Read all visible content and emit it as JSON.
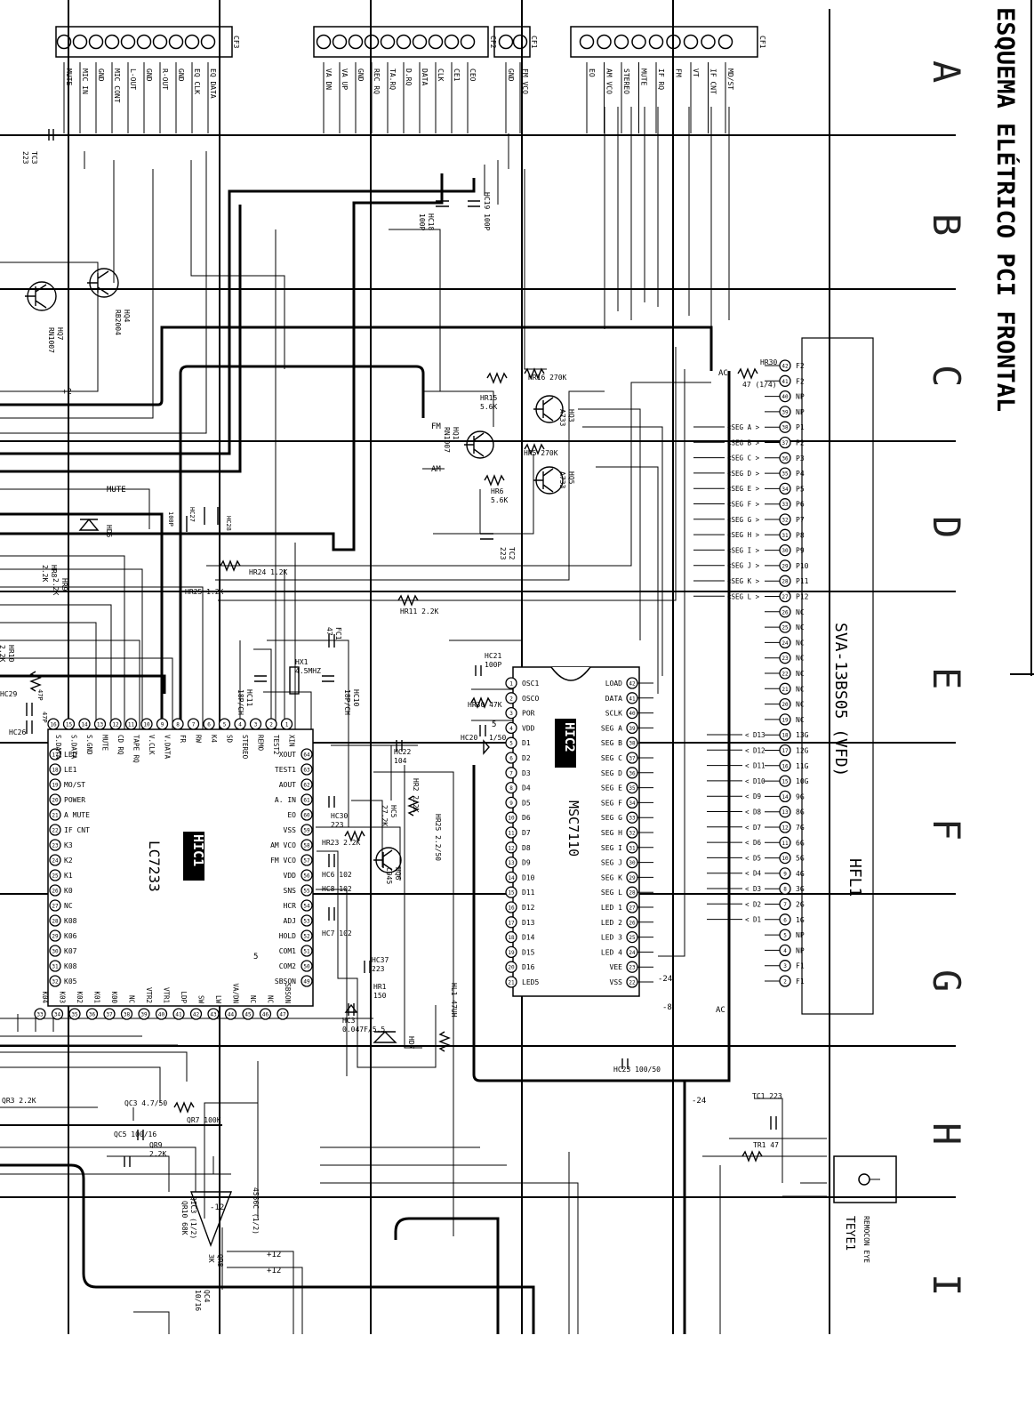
{
  "title": "ESQUEMA ELÉTRICO PCI FRONTAL",
  "zones": [
    "A",
    "B",
    "C",
    "D",
    "E",
    "F",
    "G",
    "H",
    "I"
  ],
  "connectors": {
    "cf3": {
      "ref": "CF3",
      "pins": [
        "MUTE",
        "MIC IN",
        "GND",
        "MIC CONT",
        "L-OUT",
        "GND",
        "R-OUT",
        "GND",
        "EQ CLK",
        "EQ DATA"
      ]
    },
    "cf2": {
      "ref": "CF2",
      "pins": [
        "VA DN",
        "VA UP",
        "GND",
        "REC RQ",
        "TA.RQ",
        "D.RQ",
        "DATA",
        "CLK",
        "CE1",
        "CEO"
      ]
    },
    "cf1_small": {
      "ref": "CF1",
      "pins": [
        "GND",
        "FM VCO"
      ]
    },
    "cf1": {
      "ref": "CF1",
      "pins": [
        "EO",
        "AM VCO",
        "STEREO",
        "MUTE",
        "IF RQ",
        "FM",
        "VT",
        "IF CNT",
        "MD/ST"
      ]
    }
  },
  "ics": {
    "hic1": {
      "ref": "HIC1",
      "part": "LC7233"
    },
    "hic2": {
      "ref": "HIC2",
      "part": "MSC7110"
    },
    "vfd": {
      "ref": "HFL1",
      "part": "SVA-13BS05 (VFD)"
    },
    "eye": {
      "ref": "TEYE1",
      "part": "REMOCON EYE"
    }
  },
  "hic1_pins": {
    "left": [
      "LED",
      "LE1",
      "MO/ST",
      "POWER",
      "A MUTE",
      "IF CNT",
      "K3",
      "K2",
      "K1",
      "K0",
      "NC",
      "K08",
      "K06",
      "K07",
      "K08",
      "K05"
    ],
    "bottom": [
      "K04",
      "K03",
      "K02",
      "K01",
      "K00",
      "NC",
      "VTR2",
      "VTR1",
      "LDP",
      "SW",
      "LW",
      "VA/DN",
      "NC",
      "NC",
      "SBSON"
    ],
    "right": [
      "XOUT",
      "TEST1",
      "AOUT",
      "A. IN",
      "EO",
      "VSS",
      "AM VCO",
      "FM VCO",
      "VDD",
      "SNS",
      "HCR",
      "ADJ",
      "HOLD",
      "COM1",
      "COM2",
      "SBSON"
    ],
    "top": [
      "S.DATA",
      "S.DATA",
      "S.GND",
      "MUTE",
      "CD RQ",
      "TAPE RQ",
      "V.CLK",
      "V.DATA",
      "FR",
      "RW",
      "K4",
      "SD",
      "STEREO",
      "REMO",
      "TEST2",
      "XIN"
    ]
  },
  "hic2_pins": {
    "left": [
      "OSC1",
      "OSCO",
      "POR",
      "VDD",
      "D1",
      "D2",
      "D3",
      "D4",
      "D5",
      "D6",
      "D7",
      "D8",
      "D9",
      "D10",
      "D11",
      "D12",
      "D13",
      "D14",
      "D15",
      "D16",
      "LED5"
    ],
    "right": [
      "LOAD",
      "DATA",
      "SCLK",
      "SEG A",
      "SEG B",
      "SEG C",
      "SEG D",
      "SEG E",
      "SEG F",
      "SEG G",
      "SEG H",
      "SEG I",
      "SEG J",
      "SEG K",
      "SEG L",
      "LED 1",
      "LED 2",
      "LED 3",
      "LED 4",
      "VEE",
      "VSS"
    ]
  },
  "vfd_pins": [
    "F2",
    "F2",
    "NP",
    "NP",
    "P1",
    "P2",
    "P3",
    "P4",
    "P5",
    "P6",
    "P7",
    "P8",
    "P9",
    "P10",
    "P11",
    "P12",
    "NC",
    "NC",
    "NC",
    "NC",
    "NC",
    "NC",
    "NC",
    "NC",
    "13G",
    "12G",
    "11G",
    "10G",
    "9G",
    "8G",
    "7G",
    "6G",
    "5G",
    "4G",
    "3G",
    "2G",
    "1G",
    "NP",
    "NP",
    "F1",
    "F1"
  ],
  "seg_labels": [
    "SEG A",
    "SEG B",
    "SEG C",
    "SEG D",
    "SEG E",
    "SEG F",
    "SEG G",
    "SEG H",
    "SEG I",
    "SEG J",
    "SEG K",
    "SEG L"
  ],
  "grid_labels": [
    "D13",
    "D12",
    "D11",
    "D10",
    "D9",
    "D8",
    "D7",
    "D6",
    "D5",
    "D4",
    "D3",
    "D2",
    "D1"
  ],
  "components": {
    "hq7": "HQ7\nRN1007",
    "hq4": "HQ4\nRB2004",
    "hc18": "HC18\n100P",
    "hc19": "HC19 100P",
    "tc3": "TC3\n223",
    "hr30a": "HR30",
    "hr30b": "47 (1/4)",
    "hr16": "HR16 270K",
    "hr15": "HR15\n5.6K",
    "hq3": "HQ3\nA733",
    "hq1": "HQ1\nRN1007",
    "hr5": "HR5 270K",
    "hq5": "HQ5\nA733",
    "hr6": "HR6\n5.6K",
    "hd5": "HD5",
    "tc2": "TC2\n223",
    "hr24": "HR24 1.2K",
    "hr25": "HR25 1.2K",
    "hr11": "HR11 2.2K",
    "hr8": "HR8\n2.2K",
    "hr9": "HR9\n2.2K",
    "hr10": "HR10\n2.2K",
    "fc1": "FC1\n47",
    "hx1": "HX1\n4.5MHZ",
    "hc10": "HC10\n18P/CH",
    "hc11": "HC11\n18P/CH",
    "hc21": "HC21\n100P",
    "hr30c": "HR30 47K",
    "hc20": "HC20",
    "hc20v": "1/50",
    "hc22": "HC22\n104",
    "hr2": "HR2 2.2K",
    "hc5": "HC5\n27.2K",
    "hr25b": "HR25 2.2/50",
    "hc30": "HC30\n223",
    "hr23": "HR23 2.2K",
    "hq6": "HQ6\nC945",
    "hc6": "HC6 102",
    "hc8": "HC8 102",
    "hc7": "HC7 102",
    "hc37": "HC37\n223",
    "hr1": "HR1\n150",
    "hc3": "HC3\n0.047F/5.5",
    "hd7": "HD7",
    "hl1": "HL1 47UH",
    "hc23": "HC23 100/50",
    "tc1": "TC1 223",
    "tr1": "TR1 47",
    "qr3": "QR3 2.2K",
    "qc3": "QC3 4.7/50",
    "qr7": "QR7 100K",
    "qc5": "QC5 100/16",
    "qr9": "QR9\n2.2K",
    "qr10": "QR10 68K",
    "qic3": "QIC3 (1/2)",
    "qr8": "QR8\n3K",
    "qc4": "QC4\n10/16",
    "opamp": "4556C (1/2)",
    "hc26": "HC26",
    "hc29": "HC29",
    "hc27": "HC27",
    "hc28": "HC28",
    "hc_100p": "100P",
    "c47a": "47P",
    "c47b": "47P"
  },
  "nets": {
    "plus2": "+2",
    "mute": "MUTE",
    "fm": "FM",
    "am": "AM",
    "ac1": "AC",
    "ac2": "AC",
    "m24a": "-24",
    "m24b": "-24",
    "m8": "-8",
    "m12": "-12",
    "p12a": "+12",
    "p12b": "+12",
    "v5": "5",
    "v5b": "5"
  }
}
